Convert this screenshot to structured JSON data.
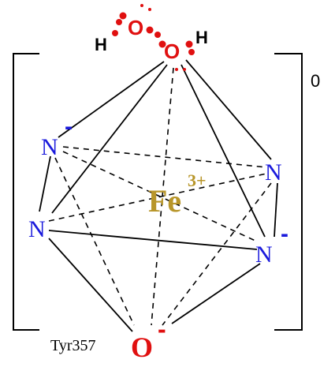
{
  "atoms": {
    "fe": "Fe",
    "fe_charge": "3+",
    "n": "N",
    "o": "O",
    "h": "H",
    "minus": "-"
  },
  "labels": {
    "overall_charge": "0",
    "tyr": "Tyr357"
  },
  "colors": {
    "nitrogen": "#1a1adc",
    "iron": "#b8962a",
    "oxygen": "#e01010",
    "bonds": "#000000"
  }
}
